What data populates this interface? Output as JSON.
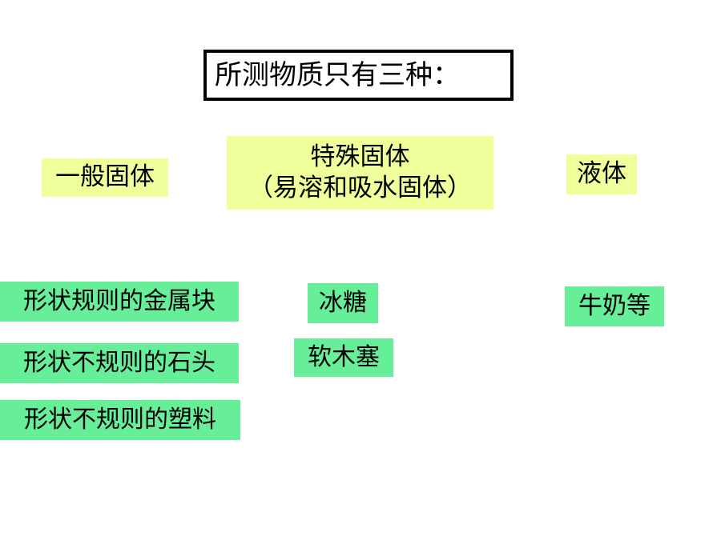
{
  "title": "所测物质只有三种：",
  "categories": {
    "general_solid": "一般固体",
    "special_solid_line1": "特殊固体",
    "special_solid_line2": "（易溶和吸水固体）",
    "liquid": "液体"
  },
  "examples": {
    "general": [
      "形状规则的金属块",
      "形状不规则的石头",
      "形状不规则的塑料"
    ],
    "special": [
      "冰糖",
      "软木塞"
    ],
    "liquid": [
      "牛奶等"
    ]
  },
  "colors": {
    "category_fill": "#f0ff99",
    "example_fill": "#66ee99",
    "title_border": "#000000"
  }
}
